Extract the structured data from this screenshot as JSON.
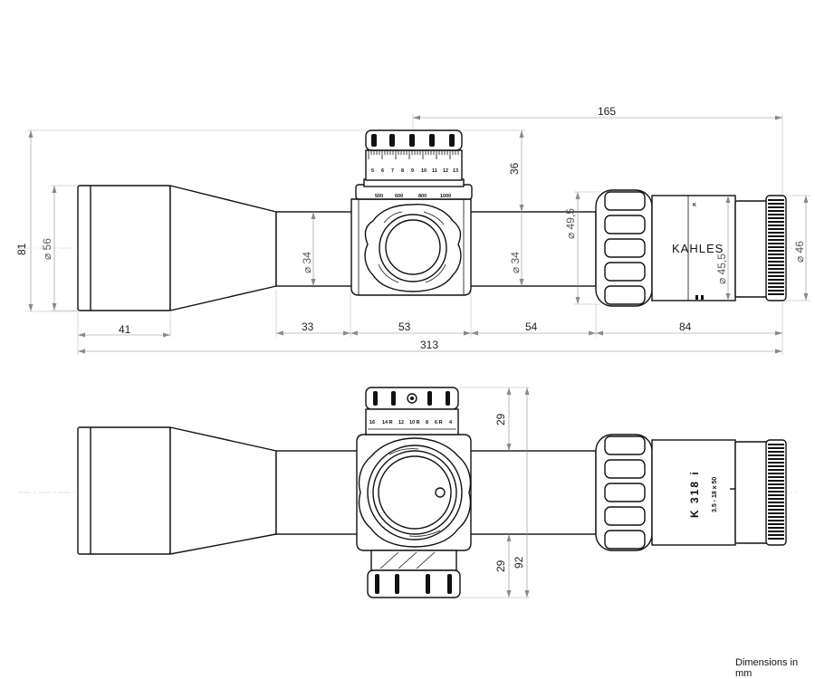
{
  "top_view": {
    "dims": {
      "d165": "165",
      "d36": "36",
      "d81": "81",
      "d56": "⌀ 56",
      "d34a": "⌀ 34",
      "d34b": "⌀ 34",
      "d49_5": "⌀ 49,5",
      "d45_5": "⌀ 45,5",
      "d46": "⌀ 46",
      "d41": "41",
      "d33": "33",
      "d53": "53",
      "d54": "54",
      "d84": "84",
      "d313": "313"
    },
    "brand": "KAHLES",
    "ring_mark": "K",
    "turret_scale": [
      "500",
      "600",
      "800",
      "1000"
    ],
    "turret_digits": [
      "5",
      "6",
      "7",
      "8",
      "9",
      "10",
      "11",
      "12",
      "13"
    ]
  },
  "side_view": {
    "dims": {
      "d29a": "29",
      "d29b": "29",
      "d92": "92"
    },
    "model": "K 318 i",
    "spec": "3.5 - 18 x 50",
    "triangle_mark": "△",
    "turret_labels": [
      "16",
      "14 R",
      "12",
      "10 R",
      "8",
      "6 R",
      "4"
    ]
  },
  "units_note": "Dimensions in mm"
}
